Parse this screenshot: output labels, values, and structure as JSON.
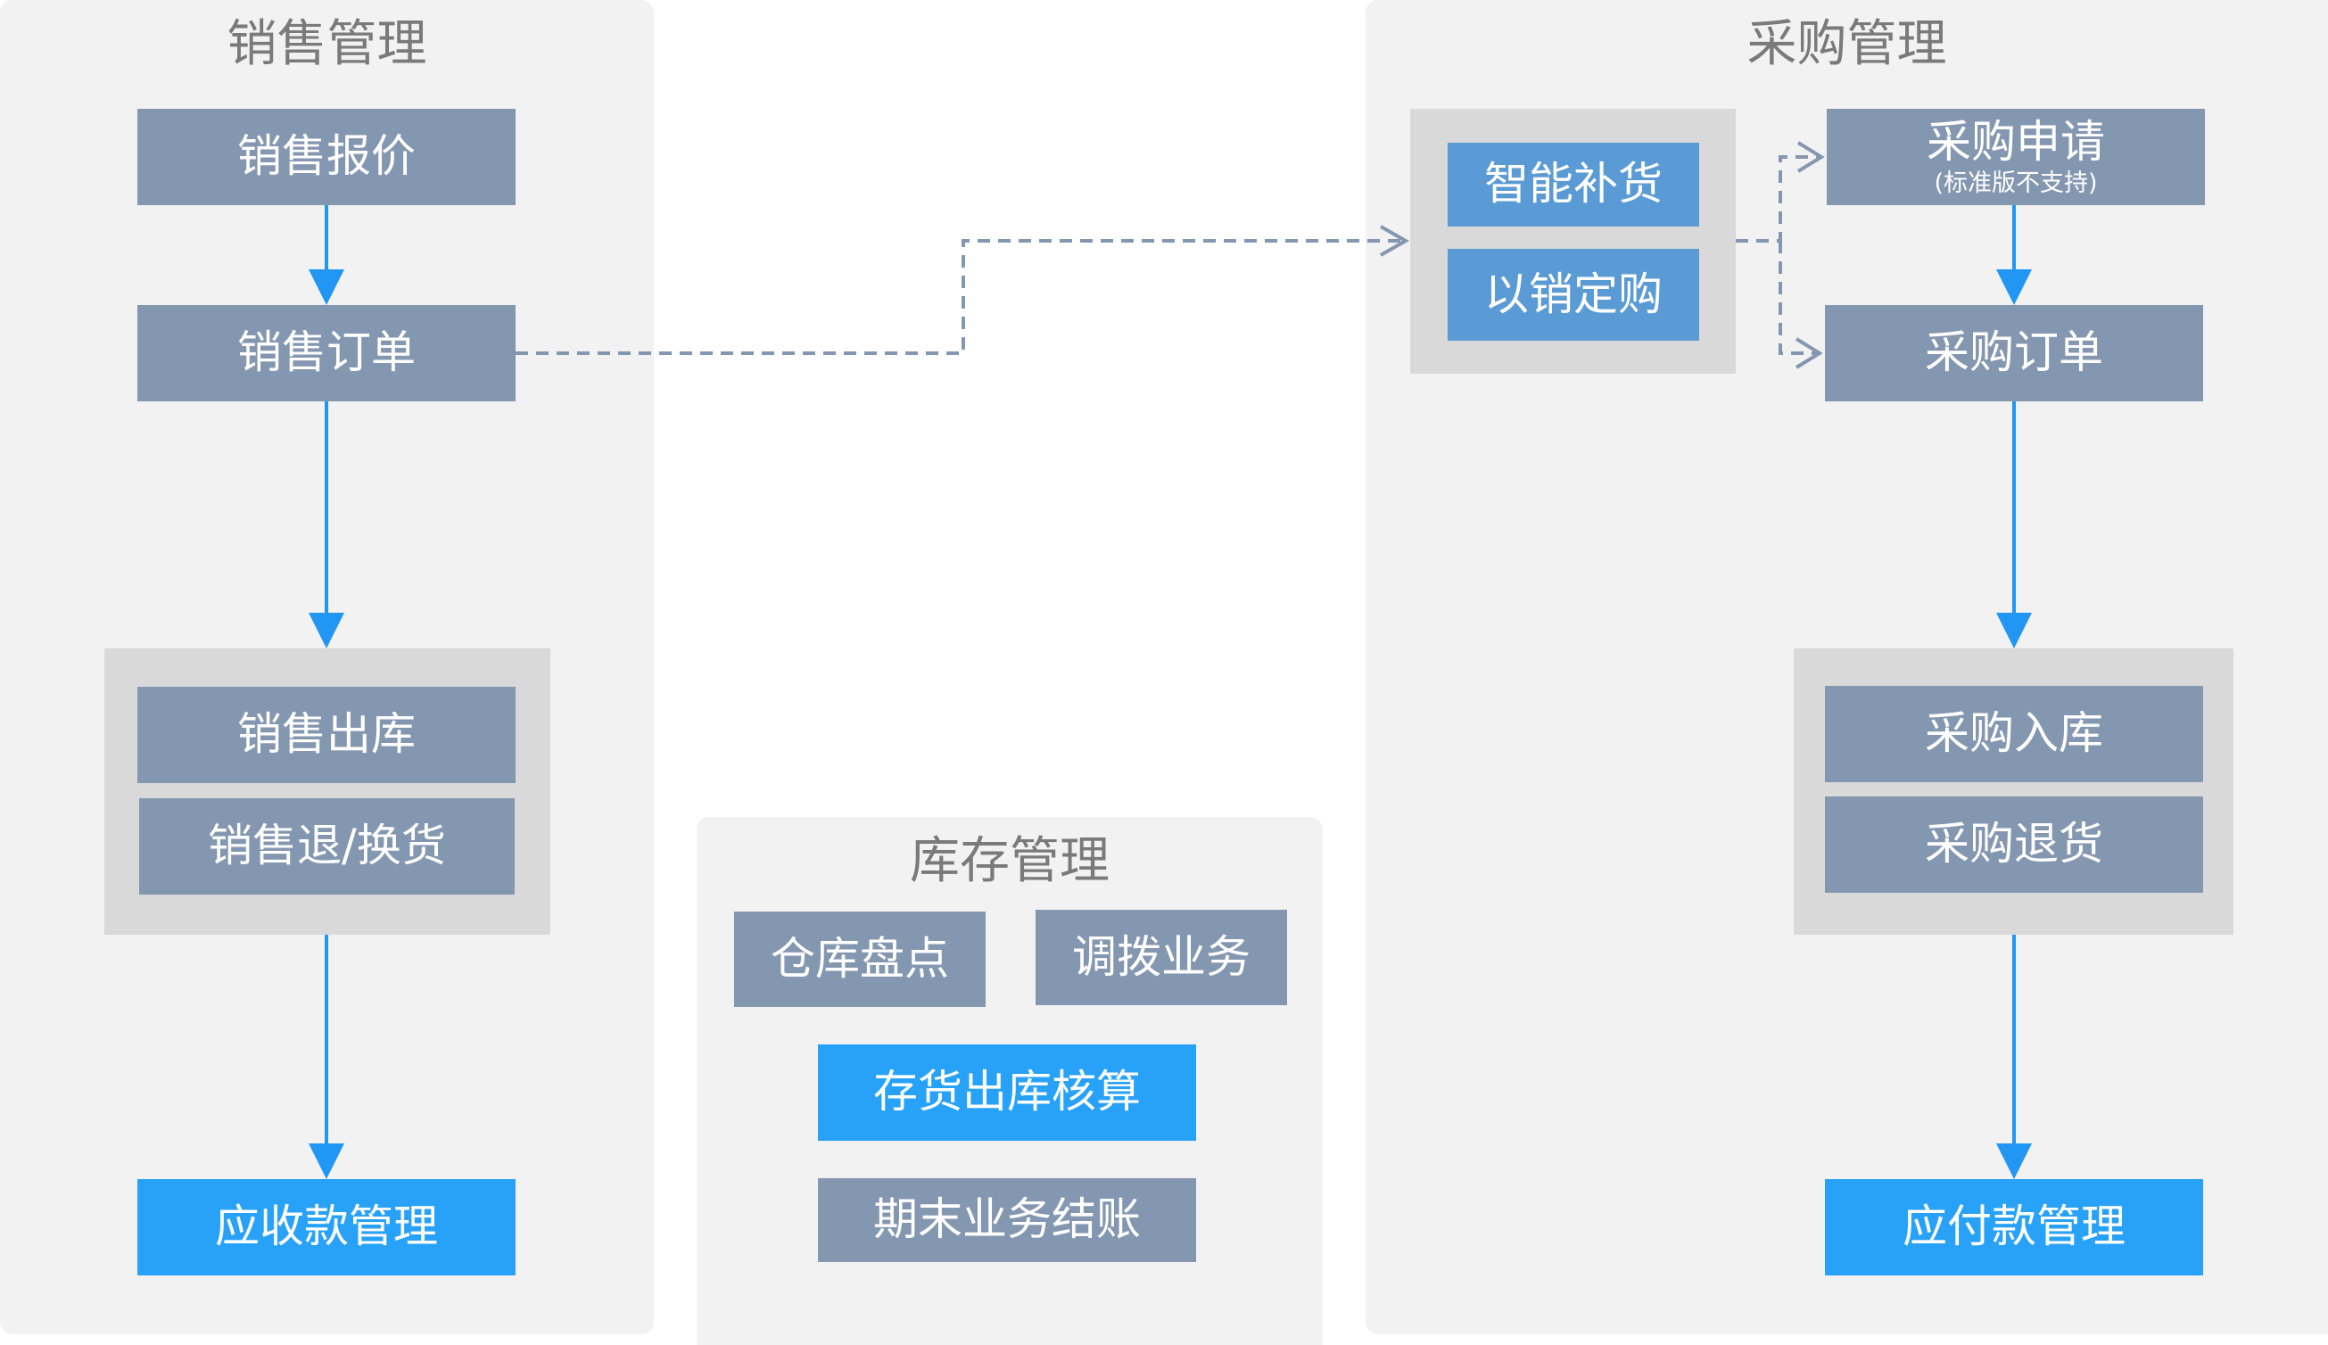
{
  "sales": {
    "title": "销售管理",
    "quote": "销售报价",
    "order": "销售订单",
    "outbound": "销售出库",
    "return_exchange": "销售退/换货",
    "receivable": "应收款管理"
  },
  "inventory": {
    "title": "库存管理",
    "stocktake": "仓库盘点",
    "transfer": "调拨业务",
    "costing": "存货出库核算",
    "period_close": "期末业务结账"
  },
  "purchase": {
    "title": "采购管理",
    "smart_replenish": "智能补货",
    "sales_based": "以销定购",
    "request": "采购申请",
    "request_note": "(标准版不支持)",
    "order": "采购订单",
    "inbound": "采购入库",
    "return": "采购退货",
    "payable": "应付款管理"
  },
  "colors": {
    "panel_bg": "#f2f2f2",
    "group_bg": "#d9d9d9",
    "box_gray": "#8497b0",
    "box_mid_blue": "#5b9bd5",
    "box_bright_blue": "#27a2f8",
    "arrow_blue": "#2196f3",
    "dashed_arrow": "#8497b0"
  }
}
